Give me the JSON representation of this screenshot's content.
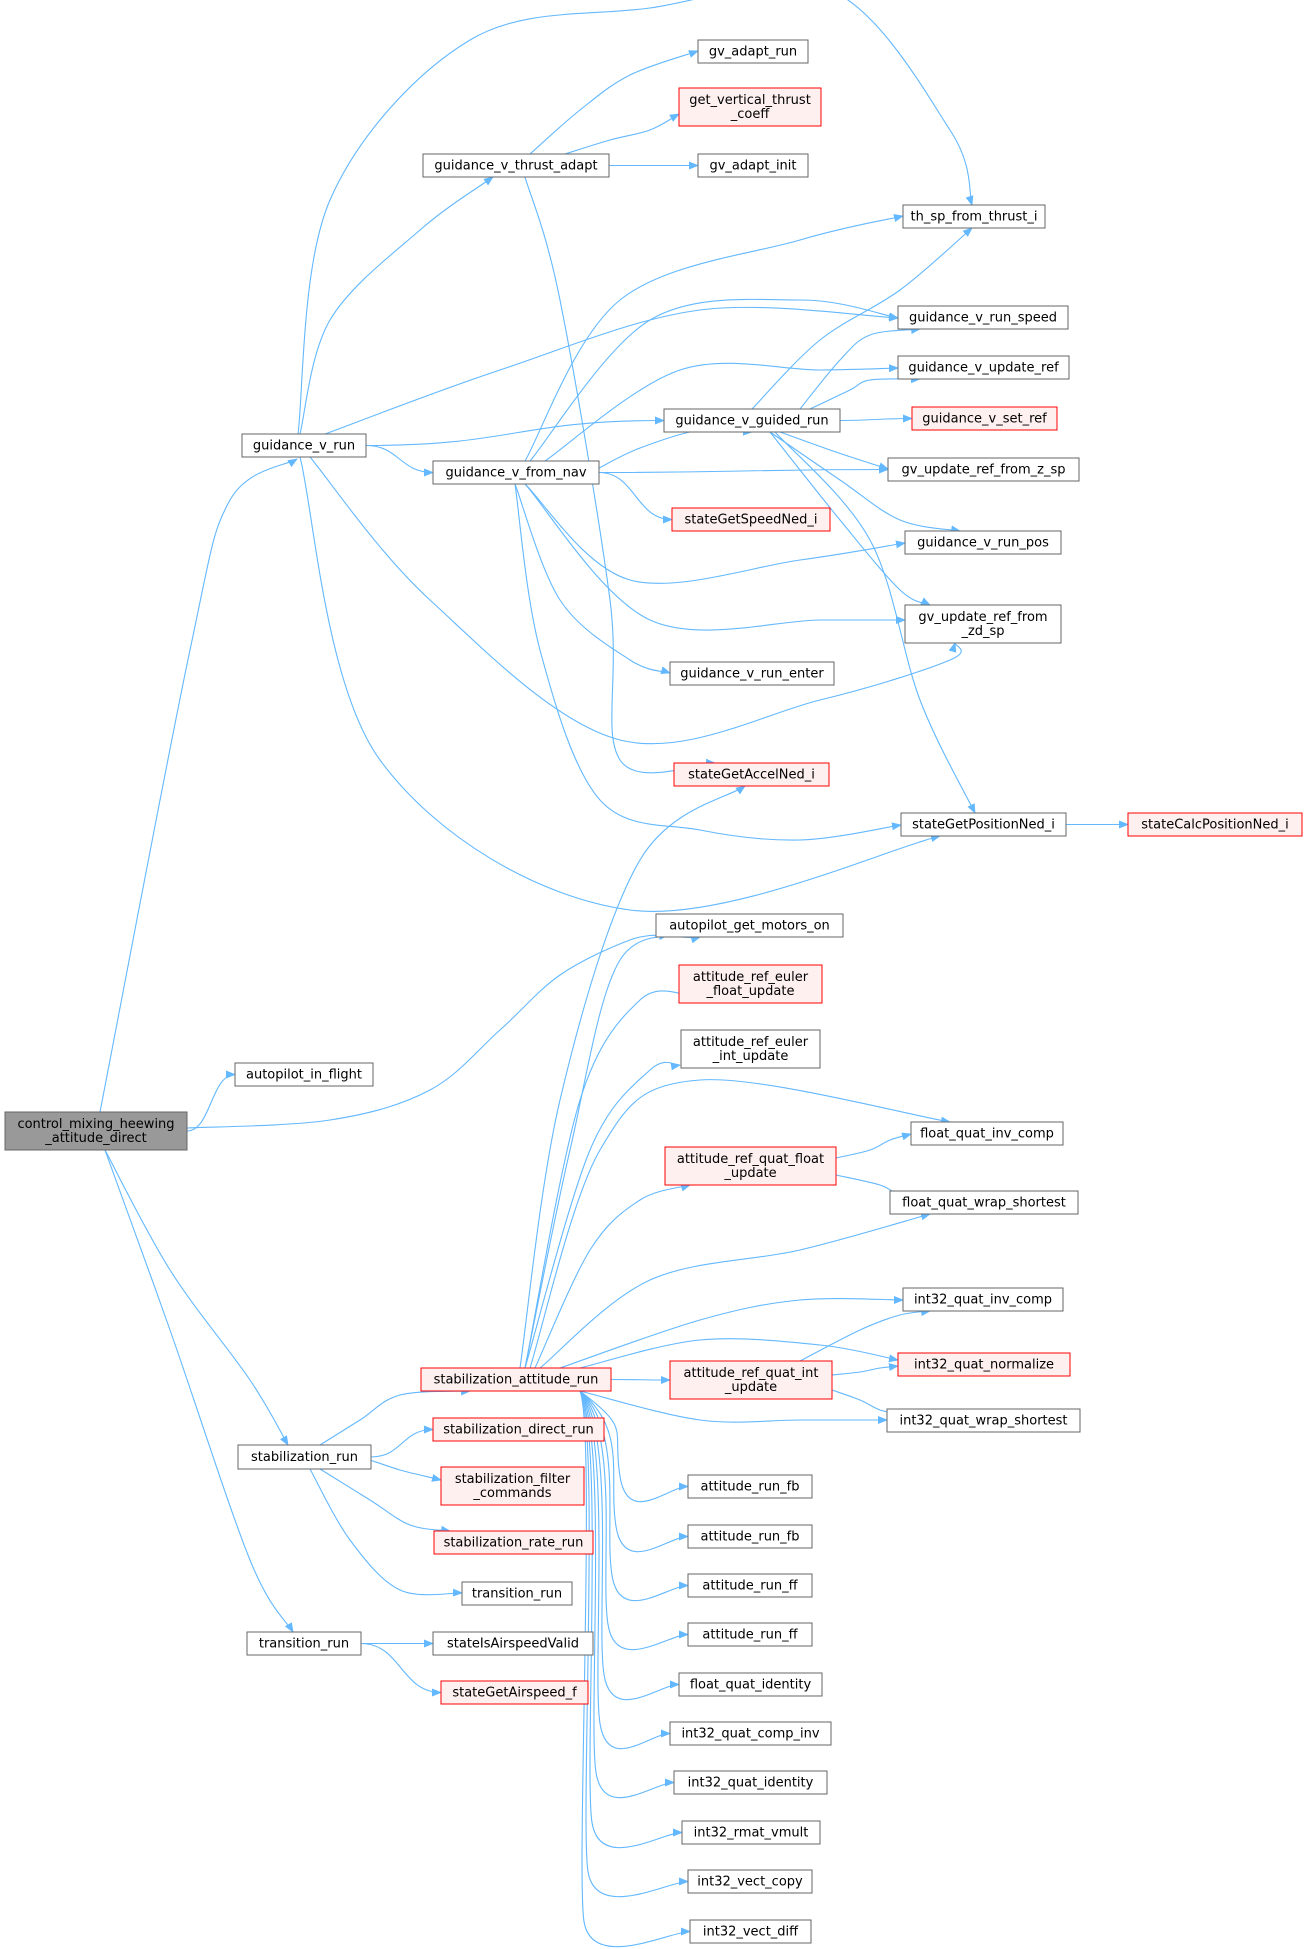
{
  "graph": {
    "colors": {
      "edge": "#63b8ff",
      "node_default_fill": "#ffffff",
      "node_default_stroke": "#666666",
      "node_root_fill": "#999999",
      "node_root_stroke": "#666666",
      "node_missing_fill": "#fff0f0",
      "node_missing_stroke": "#ff0000"
    },
    "nodes": [
      {
        "id": "root",
        "kind": "root",
        "lines": [
          "control_mixing_heewing",
          "_attitude_direct"
        ]
      },
      {
        "id": "guidance_v_run",
        "kind": "default",
        "lines": [
          "guidance_v_run"
        ]
      },
      {
        "id": "autopilot_in_flight",
        "kind": "default",
        "lines": [
          "autopilot_in_flight"
        ]
      },
      {
        "id": "stabilization_run",
        "kind": "default",
        "lines": [
          "stabilization_run"
        ]
      },
      {
        "id": "transition_run",
        "kind": "default",
        "lines": [
          "transition_run"
        ]
      },
      {
        "id": "guidance_v_thrust_adapt",
        "kind": "default",
        "lines": [
          "guidance_v_thrust_adapt"
        ]
      },
      {
        "id": "guidance_v_from_nav",
        "kind": "default",
        "lines": [
          "guidance_v_from_nav"
        ]
      },
      {
        "id": "stabilization_attitude_run",
        "kind": "missing",
        "lines": [
          "stabilization_attitude_run"
        ]
      },
      {
        "id": "stabilization_direct_run",
        "kind": "missing",
        "lines": [
          "stabilization_direct_run"
        ]
      },
      {
        "id": "stabilization_filter_commands",
        "kind": "missing",
        "lines": [
          "stabilization_filter",
          "_commands"
        ]
      },
      {
        "id": "stabilization_rate_run",
        "kind": "missing",
        "lines": [
          "stabilization_rate_run"
        ]
      },
      {
        "id": "transition_run_leaf",
        "kind": "default",
        "lines": [
          "transition_run"
        ]
      },
      {
        "id": "stateIsAirspeedValid",
        "kind": "default",
        "lines": [
          "stateIsAirspeedValid"
        ]
      },
      {
        "id": "stateGetAirspeed_f",
        "kind": "missing",
        "lines": [
          "stateGetAirspeed_f"
        ]
      },
      {
        "id": "gv_adapt_run",
        "kind": "default",
        "lines": [
          "gv_adapt_run"
        ]
      },
      {
        "id": "get_vertical_thrust_coeff",
        "kind": "missing",
        "lines": [
          "get_vertical_thrust",
          "_coeff"
        ]
      },
      {
        "id": "gv_adapt_init",
        "kind": "default",
        "lines": [
          "gv_adapt_init"
        ]
      },
      {
        "id": "guidance_v_guided_run",
        "kind": "default",
        "lines": [
          "guidance_v_guided_run"
        ]
      },
      {
        "id": "stateGetSpeedNed_i",
        "kind": "missing",
        "lines": [
          "stateGetSpeedNed_i"
        ]
      },
      {
        "id": "guidance_v_run_enter",
        "kind": "default",
        "lines": [
          "guidance_v_run_enter"
        ]
      },
      {
        "id": "stateGetAccelNed_i",
        "kind": "missing",
        "lines": [
          "stateGetAccelNed_i"
        ]
      },
      {
        "id": "autopilot_get_motors_on",
        "kind": "default",
        "lines": [
          "autopilot_get_motors_on"
        ]
      },
      {
        "id": "attitude_ref_euler_float_update",
        "kind": "missing",
        "lines": [
          "attitude_ref_euler",
          "_float_update"
        ]
      },
      {
        "id": "attitude_ref_euler_int_update",
        "kind": "default",
        "lines": [
          "attitude_ref_euler",
          "_int_update"
        ]
      },
      {
        "id": "attitude_ref_quat_float_update",
        "kind": "missing",
        "lines": [
          "attitude_ref_quat_float",
          "_update"
        ]
      },
      {
        "id": "attitude_ref_quat_int_update",
        "kind": "missing",
        "lines": [
          "attitude_ref_quat_int",
          "_update"
        ]
      },
      {
        "id": "attitude_run_fb_1",
        "kind": "default",
        "lines": [
          "attitude_run_fb"
        ]
      },
      {
        "id": "attitude_run_fb_2",
        "kind": "default",
        "lines": [
          "attitude_run_fb"
        ]
      },
      {
        "id": "attitude_run_ff_1",
        "kind": "default",
        "lines": [
          "attitude_run_ff"
        ]
      },
      {
        "id": "attitude_run_ff_2",
        "kind": "default",
        "lines": [
          "attitude_run_ff"
        ]
      },
      {
        "id": "float_quat_identity",
        "kind": "default",
        "lines": [
          "float_quat_identity"
        ]
      },
      {
        "id": "int32_quat_comp_inv",
        "kind": "default",
        "lines": [
          "int32_quat_comp_inv"
        ]
      },
      {
        "id": "int32_quat_identity",
        "kind": "default",
        "lines": [
          "int32_quat_identity"
        ]
      },
      {
        "id": "int32_rmat_vmult",
        "kind": "default",
        "lines": [
          "int32_rmat_vmult"
        ]
      },
      {
        "id": "int32_vect_copy",
        "kind": "default",
        "lines": [
          "int32_vect_copy"
        ]
      },
      {
        "id": "int32_vect_diff",
        "kind": "default",
        "lines": [
          "int32_vect_diff"
        ]
      },
      {
        "id": "th_sp_from_thrust_i",
        "kind": "default",
        "lines": [
          "th_sp_from_thrust_i"
        ]
      },
      {
        "id": "guidance_v_run_speed",
        "kind": "default",
        "lines": [
          "guidance_v_run_speed"
        ]
      },
      {
        "id": "guidance_v_update_ref",
        "kind": "default",
        "lines": [
          "guidance_v_update_ref"
        ]
      },
      {
        "id": "guidance_v_set_ref",
        "kind": "missing",
        "lines": [
          "guidance_v_set_ref"
        ]
      },
      {
        "id": "gv_update_ref_from_z_sp",
        "kind": "default",
        "lines": [
          "gv_update_ref_from_z_sp"
        ]
      },
      {
        "id": "guidance_v_run_pos",
        "kind": "default",
        "lines": [
          "guidance_v_run_pos"
        ]
      },
      {
        "id": "gv_update_ref_from_zd_sp",
        "kind": "default",
        "lines": [
          "gv_update_ref_from",
          "_zd_sp"
        ]
      },
      {
        "id": "stateGetPositionNed_i",
        "kind": "default",
        "lines": [
          "stateGetPositionNed_i"
        ]
      },
      {
        "id": "stateCalcPositionNed_i",
        "kind": "missing",
        "lines": [
          "stateCalcPositionNed_i"
        ]
      },
      {
        "id": "float_quat_inv_comp",
        "kind": "default",
        "lines": [
          "float_quat_inv_comp"
        ]
      },
      {
        "id": "float_quat_wrap_shortest",
        "kind": "default",
        "lines": [
          "float_quat_wrap_shortest"
        ]
      },
      {
        "id": "int32_quat_inv_comp",
        "kind": "default",
        "lines": [
          "int32_quat_inv_comp"
        ]
      },
      {
        "id": "int32_quat_normalize",
        "kind": "missing",
        "lines": [
          "int32_quat_normalize"
        ]
      },
      {
        "id": "int32_quat_wrap_shortest",
        "kind": "default",
        "lines": [
          "int32_quat_wrap_shortest"
        ]
      }
    ],
    "edges": [
      [
        "root",
        "guidance_v_run"
      ],
      [
        "root",
        "autopilot_in_flight"
      ],
      [
        "root",
        "autopilot_get_motors_on"
      ],
      [
        "root",
        "stabilization_run"
      ],
      [
        "root",
        "transition_run"
      ],
      [
        "guidance_v_run",
        "th_sp_from_thrust_i"
      ],
      [
        "guidance_v_run",
        "guidance_v_thrust_adapt"
      ],
      [
        "guidance_v_run",
        "guidance_v_run_speed"
      ],
      [
        "guidance_v_run",
        "guidance_v_guided_run"
      ],
      [
        "guidance_v_run",
        "guidance_v_from_nav"
      ],
      [
        "guidance_v_run",
        "gv_update_ref_from_zd_sp"
      ],
      [
        "guidance_v_run",
        "stateGetPositionNed_i"
      ],
      [
        "guidance_v_thrust_adapt",
        "gv_adapt_run"
      ],
      [
        "guidance_v_thrust_adapt",
        "get_vertical_thrust_coeff"
      ],
      [
        "guidance_v_thrust_adapt",
        "gv_adapt_init"
      ],
      [
        "guidance_v_thrust_adapt",
        "stateGetAccelNed_i"
      ],
      [
        "guidance_v_from_nav",
        "th_sp_from_thrust_i"
      ],
      [
        "guidance_v_from_nav",
        "guidance_v_run_speed"
      ],
      [
        "guidance_v_from_nav",
        "guidance_v_update_ref"
      ],
      [
        "guidance_v_from_nav",
        "guidance_v_guided_run"
      ],
      [
        "guidance_v_from_nav",
        "gv_update_ref_from_z_sp"
      ],
      [
        "guidance_v_from_nav",
        "stateGetSpeedNed_i"
      ],
      [
        "guidance_v_from_nav",
        "guidance_v_run_pos"
      ],
      [
        "guidance_v_from_nav",
        "gv_update_ref_from_zd_sp"
      ],
      [
        "guidance_v_from_nav",
        "guidance_v_run_enter"
      ],
      [
        "guidance_v_from_nav",
        "stateGetPositionNed_i"
      ],
      [
        "guidance_v_guided_run",
        "th_sp_from_thrust_i"
      ],
      [
        "guidance_v_guided_run",
        "guidance_v_run_speed"
      ],
      [
        "guidance_v_guided_run",
        "guidance_v_update_ref"
      ],
      [
        "guidance_v_guided_run",
        "guidance_v_set_ref"
      ],
      [
        "guidance_v_guided_run",
        "gv_update_ref_from_z_sp"
      ],
      [
        "guidance_v_guided_run",
        "guidance_v_run_pos"
      ],
      [
        "guidance_v_guided_run",
        "gv_update_ref_from_zd_sp"
      ],
      [
        "guidance_v_guided_run",
        "stateGetPositionNed_i"
      ],
      [
        "stateGetPositionNed_i",
        "stateCalcPositionNed_i"
      ],
      [
        "stabilization_run",
        "stabilization_attitude_run"
      ],
      [
        "stabilization_run",
        "stabilization_direct_run"
      ],
      [
        "stabilization_run",
        "stabilization_filter_commands"
      ],
      [
        "stabilization_run",
        "stabilization_rate_run"
      ],
      [
        "stabilization_run",
        "transition_run_leaf"
      ],
      [
        "transition_run",
        "stateIsAirspeedValid"
      ],
      [
        "transition_run",
        "stateGetAirspeed_f"
      ],
      [
        "stabilization_attitude_run",
        "stateGetAccelNed_i"
      ],
      [
        "stabilization_attitude_run",
        "autopilot_get_motors_on"
      ],
      [
        "stabilization_attitude_run",
        "attitude_ref_euler_float_update"
      ],
      [
        "stabilization_attitude_run",
        "attitude_ref_euler_int_update"
      ],
      [
        "stabilization_attitude_run",
        "float_quat_inv_comp"
      ],
      [
        "stabilization_attitude_run",
        "attitude_ref_quat_float_update"
      ],
      [
        "stabilization_attitude_run",
        "float_quat_wrap_shortest"
      ],
      [
        "stabilization_attitude_run",
        "int32_quat_inv_comp"
      ],
      [
        "stabilization_attitude_run",
        "int32_quat_normalize"
      ],
      [
        "stabilization_attitude_run",
        "attitude_ref_quat_int_update"
      ],
      [
        "stabilization_attitude_run",
        "int32_quat_wrap_shortest"
      ],
      [
        "stabilization_attitude_run",
        "attitude_run_fb_1"
      ],
      [
        "stabilization_attitude_run",
        "attitude_run_fb_2"
      ],
      [
        "stabilization_attitude_run",
        "attitude_run_ff_1"
      ],
      [
        "stabilization_attitude_run",
        "attitude_run_ff_2"
      ],
      [
        "stabilization_attitude_run",
        "float_quat_identity"
      ],
      [
        "stabilization_attitude_run",
        "int32_quat_comp_inv"
      ],
      [
        "stabilization_attitude_run",
        "int32_quat_identity"
      ],
      [
        "stabilization_attitude_run",
        "int32_rmat_vmult"
      ],
      [
        "stabilization_attitude_run",
        "int32_vect_copy"
      ],
      [
        "stabilization_attitude_run",
        "int32_vect_diff"
      ],
      [
        "attitude_ref_quat_float_update",
        "float_quat_inv_comp"
      ],
      [
        "attitude_ref_quat_float_update",
        "float_quat_wrap_shortest"
      ],
      [
        "attitude_ref_quat_int_update",
        "int32_quat_inv_comp"
      ],
      [
        "attitude_ref_quat_int_update",
        "int32_quat_normalize"
      ],
      [
        "attitude_ref_quat_int_update",
        "int32_quat_wrap_shortest"
      ]
    ]
  }
}
